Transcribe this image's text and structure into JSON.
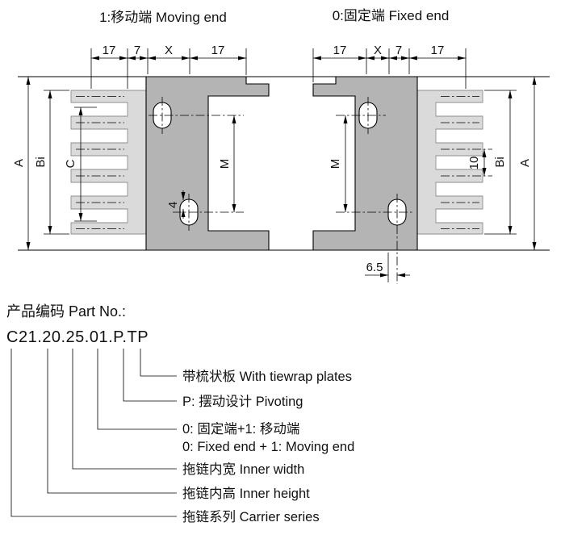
{
  "colors": {
    "bracket-gray": "#b4b4b4",
    "comb-gray": "#dadada",
    "line-black": "#000000"
  },
  "titles": {
    "moving_end": "1:移动端 Moving end",
    "fixed_end": "0:固定端 Fixed end"
  },
  "left_view": {
    "top_dims": [
      "17",
      "7",
      "X",
      "17"
    ],
    "dim_a": "A",
    "dim_bi": "Bi",
    "dim_c": "C",
    "dim_m": "M",
    "dim_offset": "4"
  },
  "right_view": {
    "top_dims": [
      "17",
      "X",
      "7",
      "17"
    ],
    "dim_m": "M",
    "dim_pitch": "10",
    "dim_bi": "Bi",
    "dim_a": "A",
    "dim_edge": "6.5"
  },
  "part_section": {
    "heading": "产品编码 Part No.:",
    "part_number": "C21.20.25.01.P.TP",
    "callouts": {
      "tiewrap": "带梳状板 With tiewrap plates",
      "pivoting": "P: 摆动设计 Pivoting",
      "end_type_cn": "0: 固定端+1: 移动端",
      "end_type_en": "0: Fixed end + 1: Moving end",
      "inner_width": "拖链内宽 Inner width",
      "inner_height": "拖链内高 Inner height",
      "carrier_series": "拖链系列 Carrier series"
    }
  }
}
